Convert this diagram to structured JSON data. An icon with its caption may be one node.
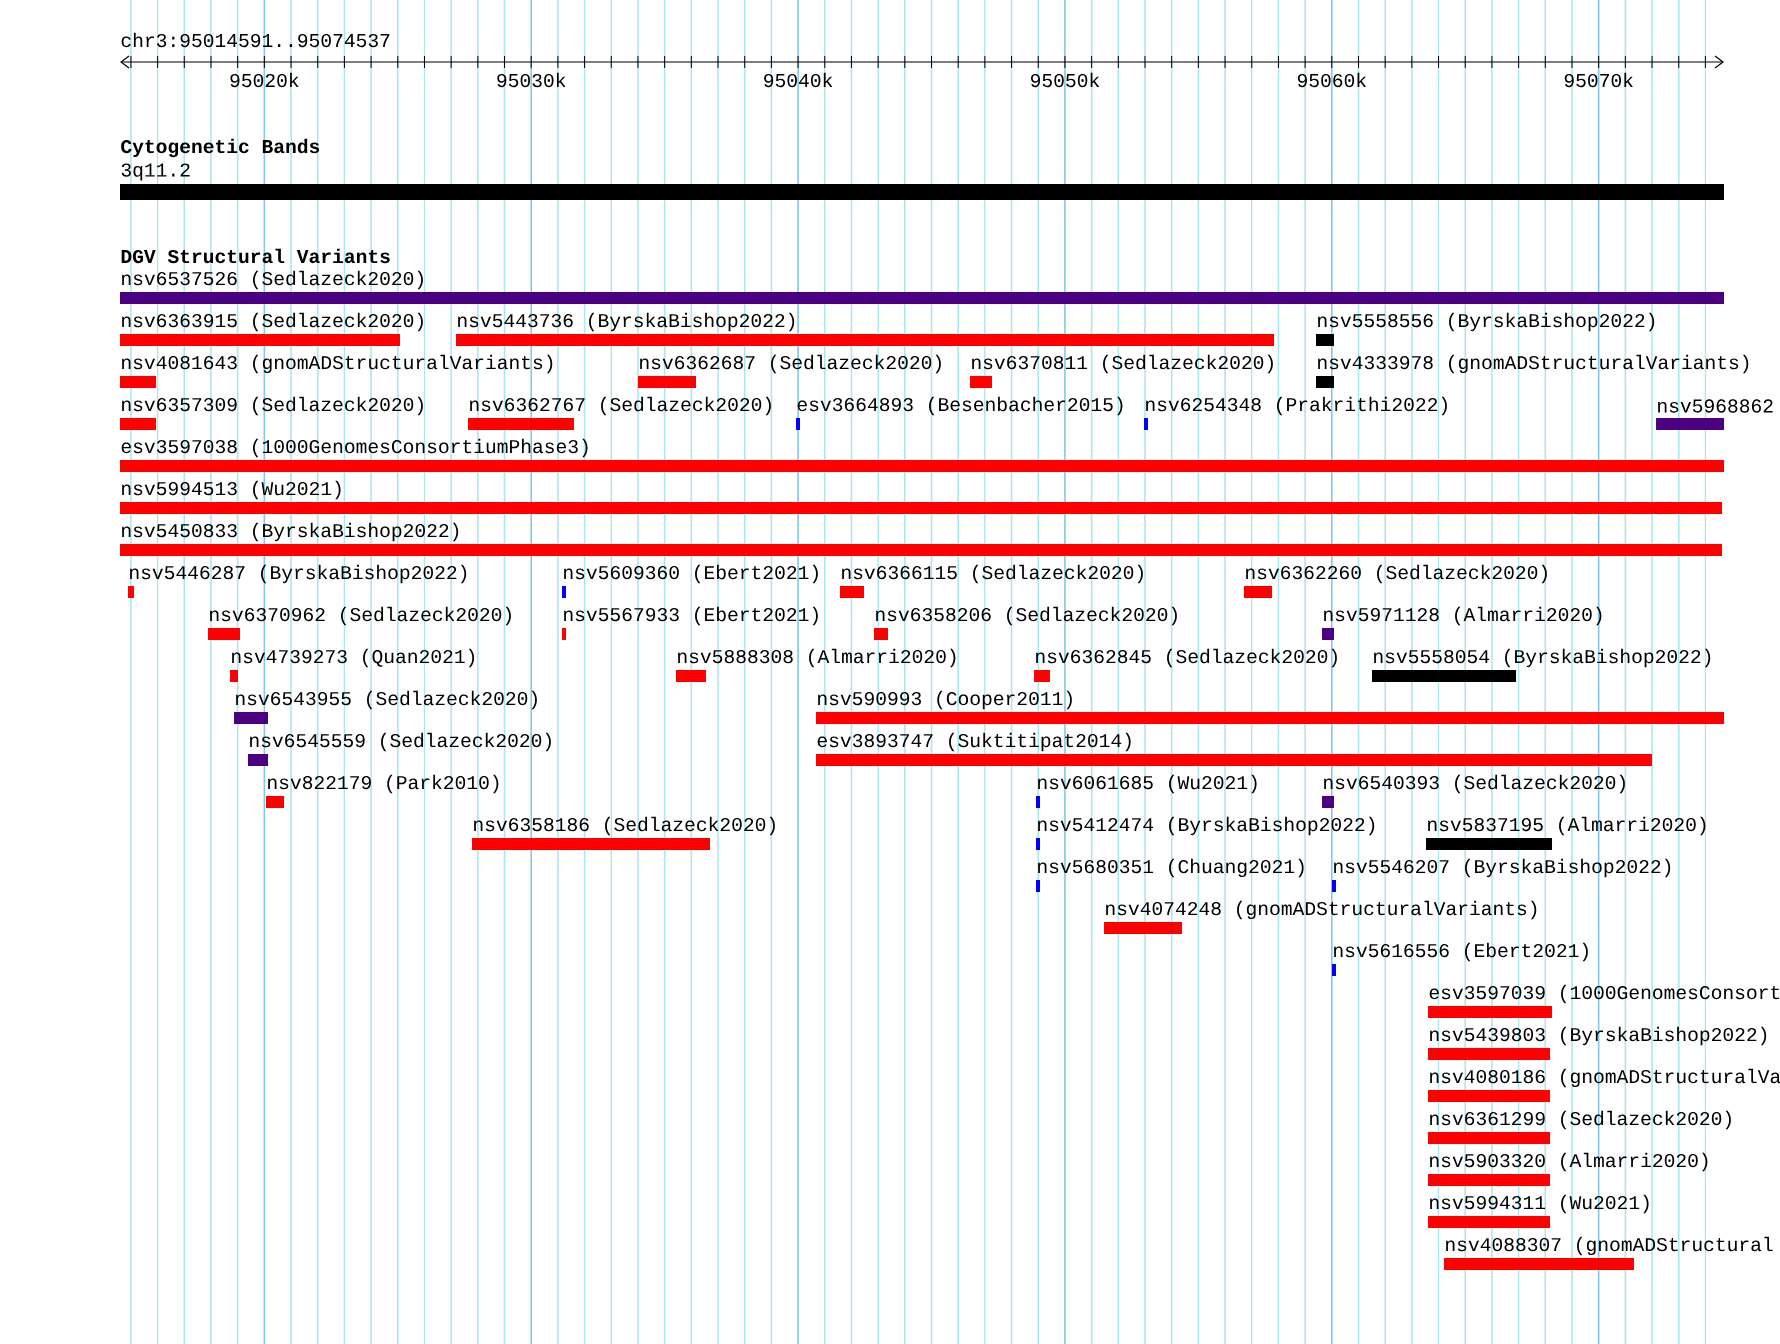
{
  "diagram": {
    "nodes": [
      {
        "text": [
          "3q11.2"
        ]
      },
      {
        "text": [
          "nsv6537526 (Sedlazeck2020)"
        ]
      },
      {
        "text": [
          "nsv6363915 (Sedlazeck2020)"
        ]
      },
      {
        "text": [
          "nsv5443736 (ByrskaBishop2022)"
        ]
      },
      {
        "text": [
          "nsv5558556 (ByrskaBishop2022)"
        ]
      },
      {
        "text": [
          "nsv4081643 (gnomADStructuralVariants)"
        ]
      },
      {
        "text": [
          "nsv6362687 (Sedlazeck2020)"
        ]
      },
      {
        "text": [
          "nsv6370811 (Sedlazeck2020)"
        ]
      },
      {
        "text": [
          "nsv4333978 (gnomADStructuralVariants)"
        ]
      },
      {
        "text": [
          "nsv6357309 (Sedlazeck2020)"
        ]
      },
      {
        "text": [
          "nsv6362767 (Sedlazeck2020)"
        ]
      },
      {
        "text": [
          "esv3664893 (Besenbacher2015)"
        ]
      },
      {
        "text": [
          "nsv6254348 (Prakrithi2022)"
        ]
      },
      {
        "text": [
          "nsv5968862"
        ]
      },
      {
        "text": [
          "esv3597038 (1000GenomesConsortiumPhase3)"
        ]
      },
      {
        "text": [
          "nsv5994513 (Wu2021)"
        ]
      },
      {
        "text": [
          "nsv5450833 (ByrskaBishop2022)"
        ]
      },
      {
        "text": [
          "nsv5446287 (ByrskaBishop2022)"
        ]
      },
      {
        "text": [
          "nsv5609360 (Ebert2021)"
        ]
      },
      {
        "text": [
          "nsv6366115 (Sedlazeck2020)"
        ]
      },
      {
        "text": [
          "nsv6362260 (Sedlazeck2020)"
        ]
      },
      {
        "text": [
          "nsv6370962 (Sedlazeck2020)"
        ]
      },
      {
        "text": [
          "nsv5567933 (Ebert2021)"
        ]
      },
      {
        "text": [
          "nsv6358206 (Sedlazeck2020)"
        ]
      },
      {
        "text": [
          "nsv5971128 (Almarri2020)"
        ]
      },
      {
        "text": [
          "nsv4739273 (Quan2021)"
        ]
      },
      {
        "text": [
          "nsv5888308 (Almarri2020)"
        ]
      },
      {
        "text": [
          "nsv6362845 (Sedlazeck2020)"
        ]
      },
      {
        "text": [
          "nsv5558054 (ByrskaBishop2022)"
        ]
      },
      {
        "text": [
          "nsv6543955 (Sedlazeck2020)"
        ]
      },
      {
        "text": [
          "nsv590993 (Cooper2011)"
        ]
      },
      {
        "text": [
          "nsv6545559 (Sedlazeck2020)"
        ]
      },
      {
        "text": [
          "esv3893747 (Suktitipat2014)"
        ]
      },
      {
        "text": [
          "nsv822179 (Park2010)"
        ]
      },
      {
        "text": [
          "nsv6061685 (Wu2021)"
        ]
      },
      {
        "text": [
          "nsv6540393 (Sedlazeck2020)"
        ]
      },
      {
        "text": [
          "nsv6358186 (Sedlazeck2020)"
        ]
      },
      {
        "text": [
          "nsv5412474 (ByrskaBishop2022)"
        ]
      },
      {
        "text": [
          "nsv5837195 (Almarri2020)"
        ]
      },
      {
        "text": [
          "nsv5680351 (Chuang2021)"
        ]
      },
      {
        "text": [
          "nsv5546207 (ByrskaBishop2022)"
        ]
      },
      {
        "text": [
          "nsv4074248 (gnomADStructuralVariants)"
        ]
      },
      {
        "text": [
          "nsv5616556 (Ebert2021)"
        ]
      },
      {
        "text": [
          "esv3597039 (1000GenomesConsort"
        ]
      },
      {
        "text": [
          "nsv5439803 (ByrskaBishop2022)"
        ]
      },
      {
        "text": [
          "nsv4080186 (gnomADStructuralVa"
        ]
      },
      {
        "text": [
          "nsv6361299 (Sedlazeck2020)"
        ]
      },
      {
        "text": [
          "nsv5903320 (Almarri2020)"
        ]
      },
      {
        "text": [
          "nsv5994311 (Wu2021)"
        ]
      },
      {
        "text": [
          "nsv4088307 (gnomADStructural"
        ]
      }
    ],
    "labels": [
      "chr3:95014591..95074537",
      "95020k",
      "95030k",
      "95040k",
      "95050k",
      "95060k",
      "95070k",
      "Cytogenetic Bands",
      "DGV Structural Variants"
    ]
  }
}
